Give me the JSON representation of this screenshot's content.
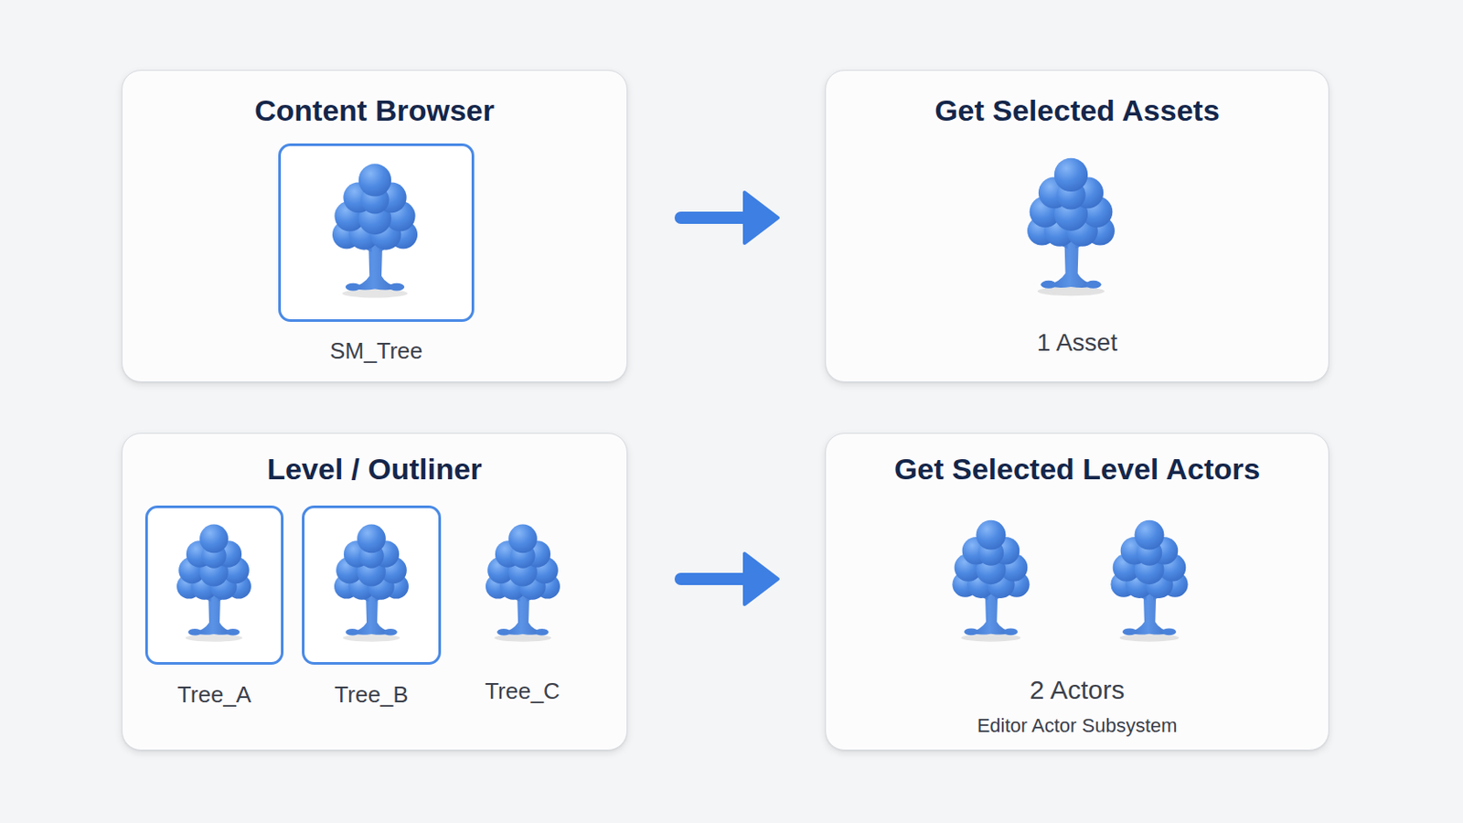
{
  "diagram": {
    "nodes": [
      {
        "text": [
          "Content Browser"
        ]
      },
      {
        "text": [
          "SM_Tree"
        ],
        "in": 0
      },
      {
        "text": [
          "Get Selected Assets",
          "1 Asset"
        ]
      },
      {
        "text": [
          "Level / Outliner"
        ]
      },
      {
        "text": [
          "Tree_A"
        ],
        "in": 3
      },
      {
        "text": [
          "Tree_B"
        ],
        "in": 3
      },
      {
        "text": [
          "Get Selected Level Actors",
          "2 Actors",
          "Editor Actor Subsystem"
        ]
      }
    ],
    "edges": [
      {
        "from": 0,
        "to": 2,
        "arrow": "to"
      },
      {
        "from": 3,
        "to": 6,
        "arrow": "to"
      }
    ],
    "labels": [
      "Tree_C"
    ]
  }
}
